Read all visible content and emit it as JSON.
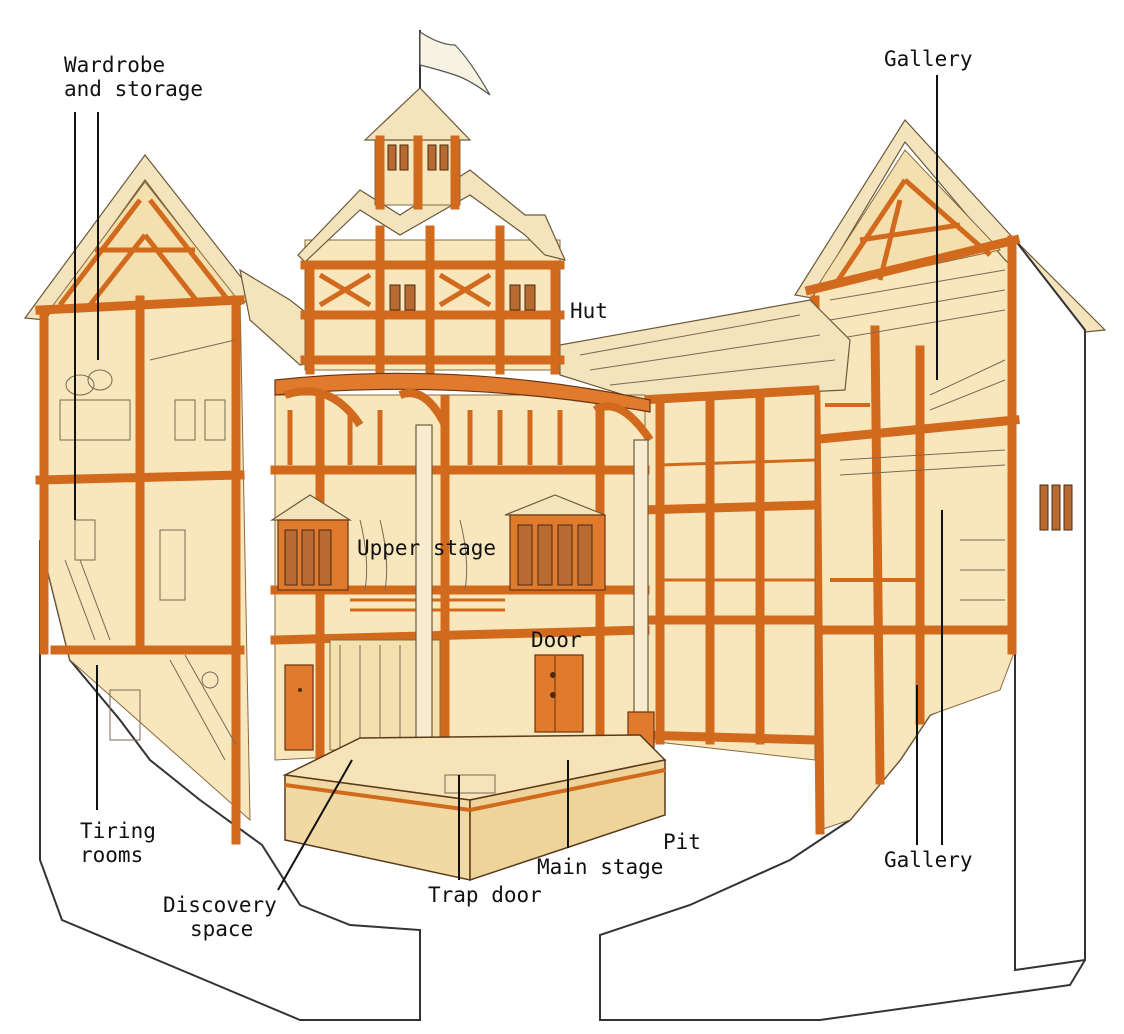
{
  "labels": {
    "wardrobe_line1": "Wardrobe",
    "wardrobe_line2": "and storage",
    "gallery_top": "Gallery",
    "hut": "Hut",
    "upper_stage": "Upper stage",
    "door": "Door",
    "tiring_line1": "Tiring",
    "tiring_line2": "rooms",
    "discovery_line1": "Discovery",
    "discovery_line2": "space",
    "trap_door": "Trap door",
    "main_stage": "Main stage",
    "pit": "Pit",
    "gallery_bottom": "Gallery"
  },
  "colors": {
    "timber": "#e07b2e",
    "plaster": "#f8e7bc",
    "thatch": "#f3e4bd",
    "ink": "#111111"
  }
}
